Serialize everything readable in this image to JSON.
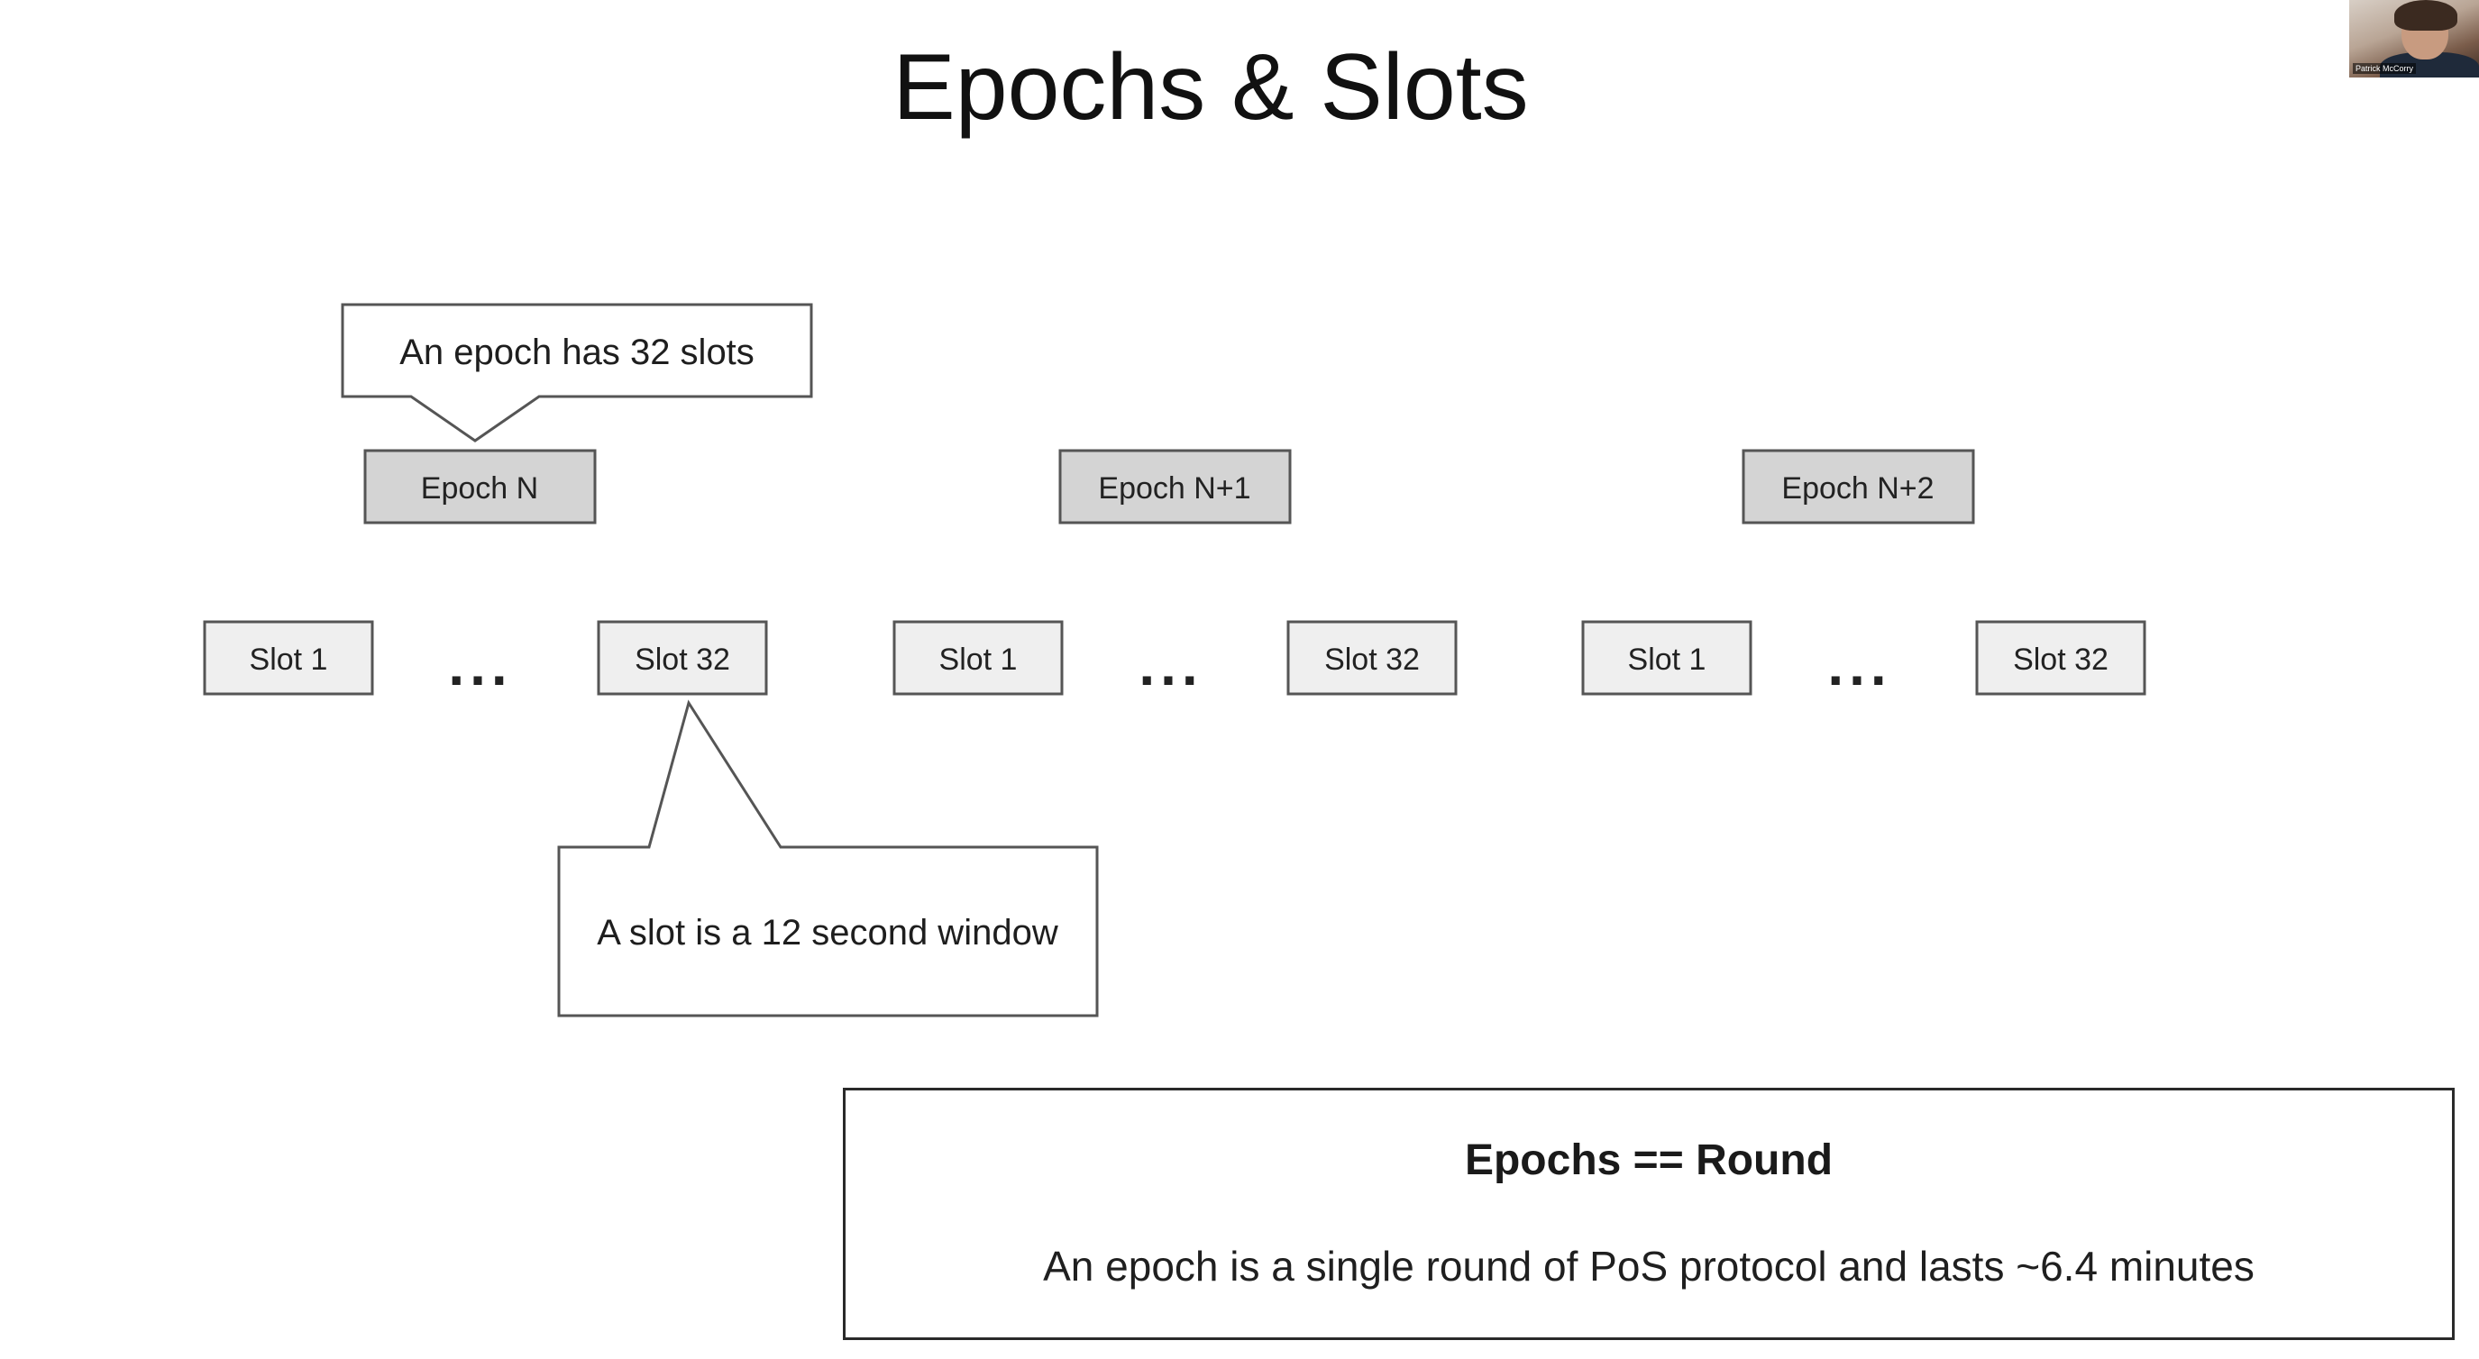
{
  "title": "Epochs & Slots",
  "callouts": {
    "epoch": "An epoch has 32 slots",
    "slot": "A slot is a 12 second window"
  },
  "epochs": [
    {
      "label": "Epoch N",
      "slot_first": "Slot 1",
      "slot_last": "Slot 32"
    },
    {
      "label": "Epoch N+1",
      "slot_first": "Slot 1",
      "slot_last": "Slot 32"
    },
    {
      "label": "Epoch N+2",
      "slot_first": "Slot 1",
      "slot_last": "Slot 32"
    }
  ],
  "ellipsis": "...",
  "summary": {
    "heading": "Epochs == Round",
    "body": "An epoch is a single round of PoS protocol and lasts ~6.4 minutes"
  },
  "webcam": {
    "name": "Patrick McCorry"
  },
  "colors": {
    "epoch_box_fill": "#d4d4d4",
    "slot_box_fill": "#efefef",
    "box_stroke": "#555555"
  }
}
